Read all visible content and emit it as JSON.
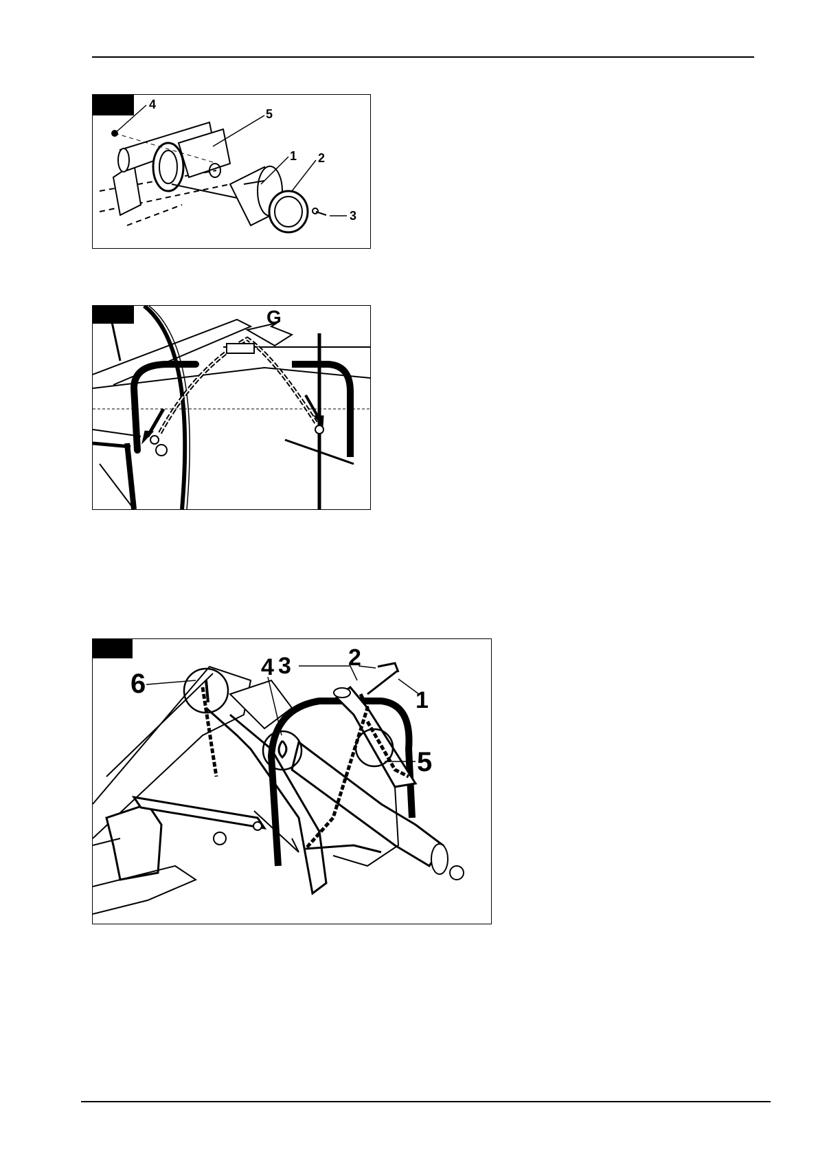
{
  "page": {
    "figures": [
      {
        "id": "fig-a",
        "callouts": [
          "4",
          "5",
          "1",
          "2",
          "3"
        ]
      },
      {
        "id": "fig-b",
        "callouts": [
          "G"
        ]
      },
      {
        "id": "fig-c",
        "callouts": [
          "6",
          "4",
          "3",
          "2",
          "1",
          "5"
        ]
      }
    ]
  }
}
